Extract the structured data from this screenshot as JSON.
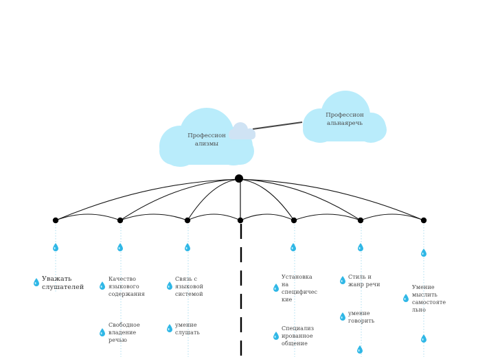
{
  "central": {
    "label": "Профессион\nализмы"
  },
  "secondary": {
    "label": "Профессион\nальнаяречь"
  },
  "colors": {
    "cloud": "#b9ecfb",
    "cloud_small": "#cfe3f4",
    "line": "#111111",
    "dotted": "#a9dcef",
    "drop": "#2fb7e6"
  },
  "icons": {
    "leaf": "water-drop-icon",
    "branch_end": "node-dot"
  },
  "branches": [
    {
      "items": [
        "Уважать\nслушателей"
      ]
    },
    {
      "items": [
        "Качество\nязыкового\nсодержания",
        "Свободное\nвладение\nречью"
      ]
    },
    {
      "items": [
        "Связь с\nязыковой\nсистемой",
        "умение\nслушать"
      ]
    },
    {
      "items": []
    },
    {
      "items": [
        "Установка\nна\nспецифичес\nкие",
        "Специализ\nированное\nобщение"
      ]
    },
    {
      "items": [
        "Стиль и\nжанр речи",
        "умение\nговорить"
      ]
    },
    {
      "items": [
        "Умение\nмыслить\nсамостояте\nльно"
      ]
    }
  ]
}
